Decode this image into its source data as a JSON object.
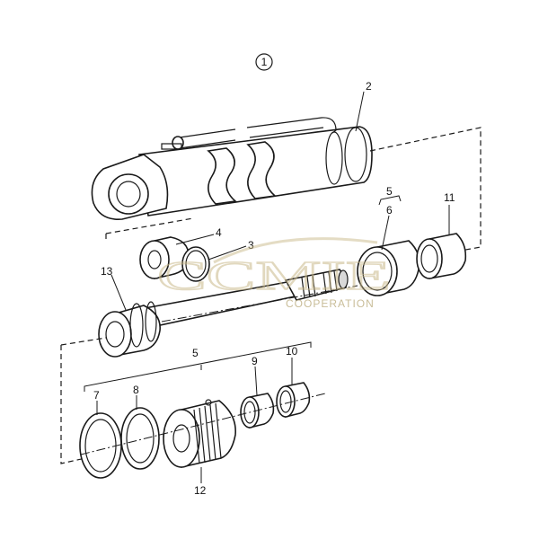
{
  "figure": {
    "view_marker": "1",
    "callouts": [
      "2",
      "3",
      "4",
      "5",
      "6",
      "11",
      "13",
      "5",
      "7",
      "8",
      "9",
      "10",
      "12"
    ]
  },
  "watermark": {
    "text": "CCMIE",
    "subtext": "COOPERATION",
    "color": "#c9b98a"
  }
}
